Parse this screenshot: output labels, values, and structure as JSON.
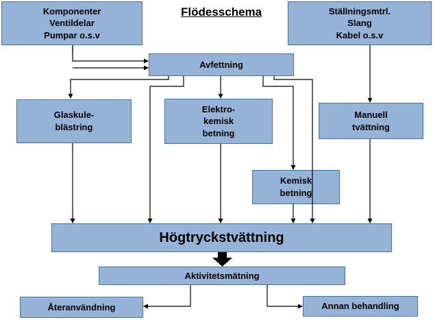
{
  "title": "Flödesschema",
  "colors": {
    "box_fill": "#95b3d7",
    "box_border": "#4a6f9c",
    "line": "#000000"
  },
  "nodes": {
    "komponenter": "Komponenter\nVentildelar\nPumpar o.s.v",
    "stallningsmtrl": "Ställningsmtrl.\nSlang\nKabel o.s.v",
    "avfettning": "Avfettning",
    "glaskule": "Glaskule-\nblästring",
    "elektrokemisk": "Elektro-\nkemisk\nbetning",
    "manuell": "Manuell\ntvättning",
    "kemisk": "Kemisk\nbetning",
    "hogtryck": "Högtryckstvättning",
    "aktivitet": "Aktivitetsmätning",
    "ateranvandning": "Återanvändning",
    "annan": "Annan behandling"
  }
}
